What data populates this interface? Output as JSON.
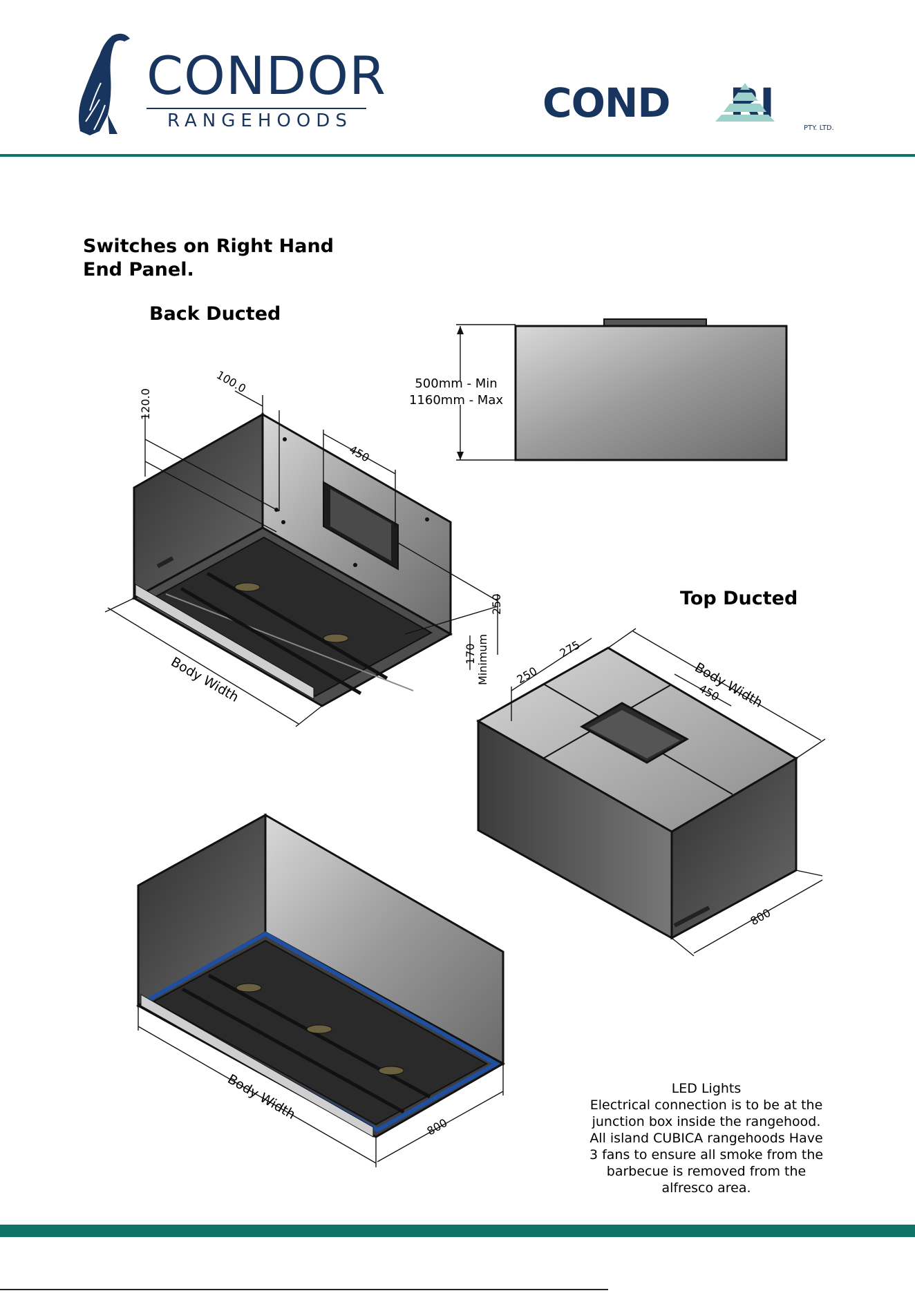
{
  "header": {
    "brand_primary": "CONDOR",
    "brand_primary_sub": "RANGEHOODS",
    "brand_secondary_left": "COND",
    "brand_secondary_right": "RI",
    "brand_secondary_suffix": "PTY. LTD.",
    "bird_icon": "condor-bird-icon",
    "pyramid_icon": "pyramid-a-icon"
  },
  "colors": {
    "accent": "#10736a",
    "brand": "#17355e",
    "pyramid": "#9dd1cb",
    "hood_dark": "#3a3a3a",
    "hood_mid": "#7a7a7a",
    "hood_light": "#c8c8c8",
    "filter_blue": "#1e4fa0"
  },
  "intro": {
    "line1": "Switches on Right Hand",
    "line2": "End Panel."
  },
  "back_ducted": {
    "title": "Back Ducted",
    "dim_100": "100.0",
    "dim_120": "120.0",
    "dim_450": "450",
    "dim_250": "250",
    "dim_170": "170",
    "dim_minimum": "Minimum",
    "body_width": "Body Width"
  },
  "side_view": {
    "min": "500mm - Min",
    "max": "1160mm - Max"
  },
  "top_ducted": {
    "title": "Top Ducted",
    "dim_250": "250",
    "dim_275": "275",
    "dim_450": "450",
    "body_width": "Body Width",
    "dim_800": "800"
  },
  "bottom_view": {
    "body_width": "Body Width",
    "dim_800": "800"
  },
  "notes": {
    "line1": "LED Lights",
    "line2": "Electrical connection is to be at the",
    "line3": "junction box inside the rangehood.",
    "line4": "All island CUBICA rangehoods Have",
    "line5": "3 fans to ensure all smoke from the",
    "line6": "barbecue is removed from the",
    "line7": "alfresco area."
  }
}
